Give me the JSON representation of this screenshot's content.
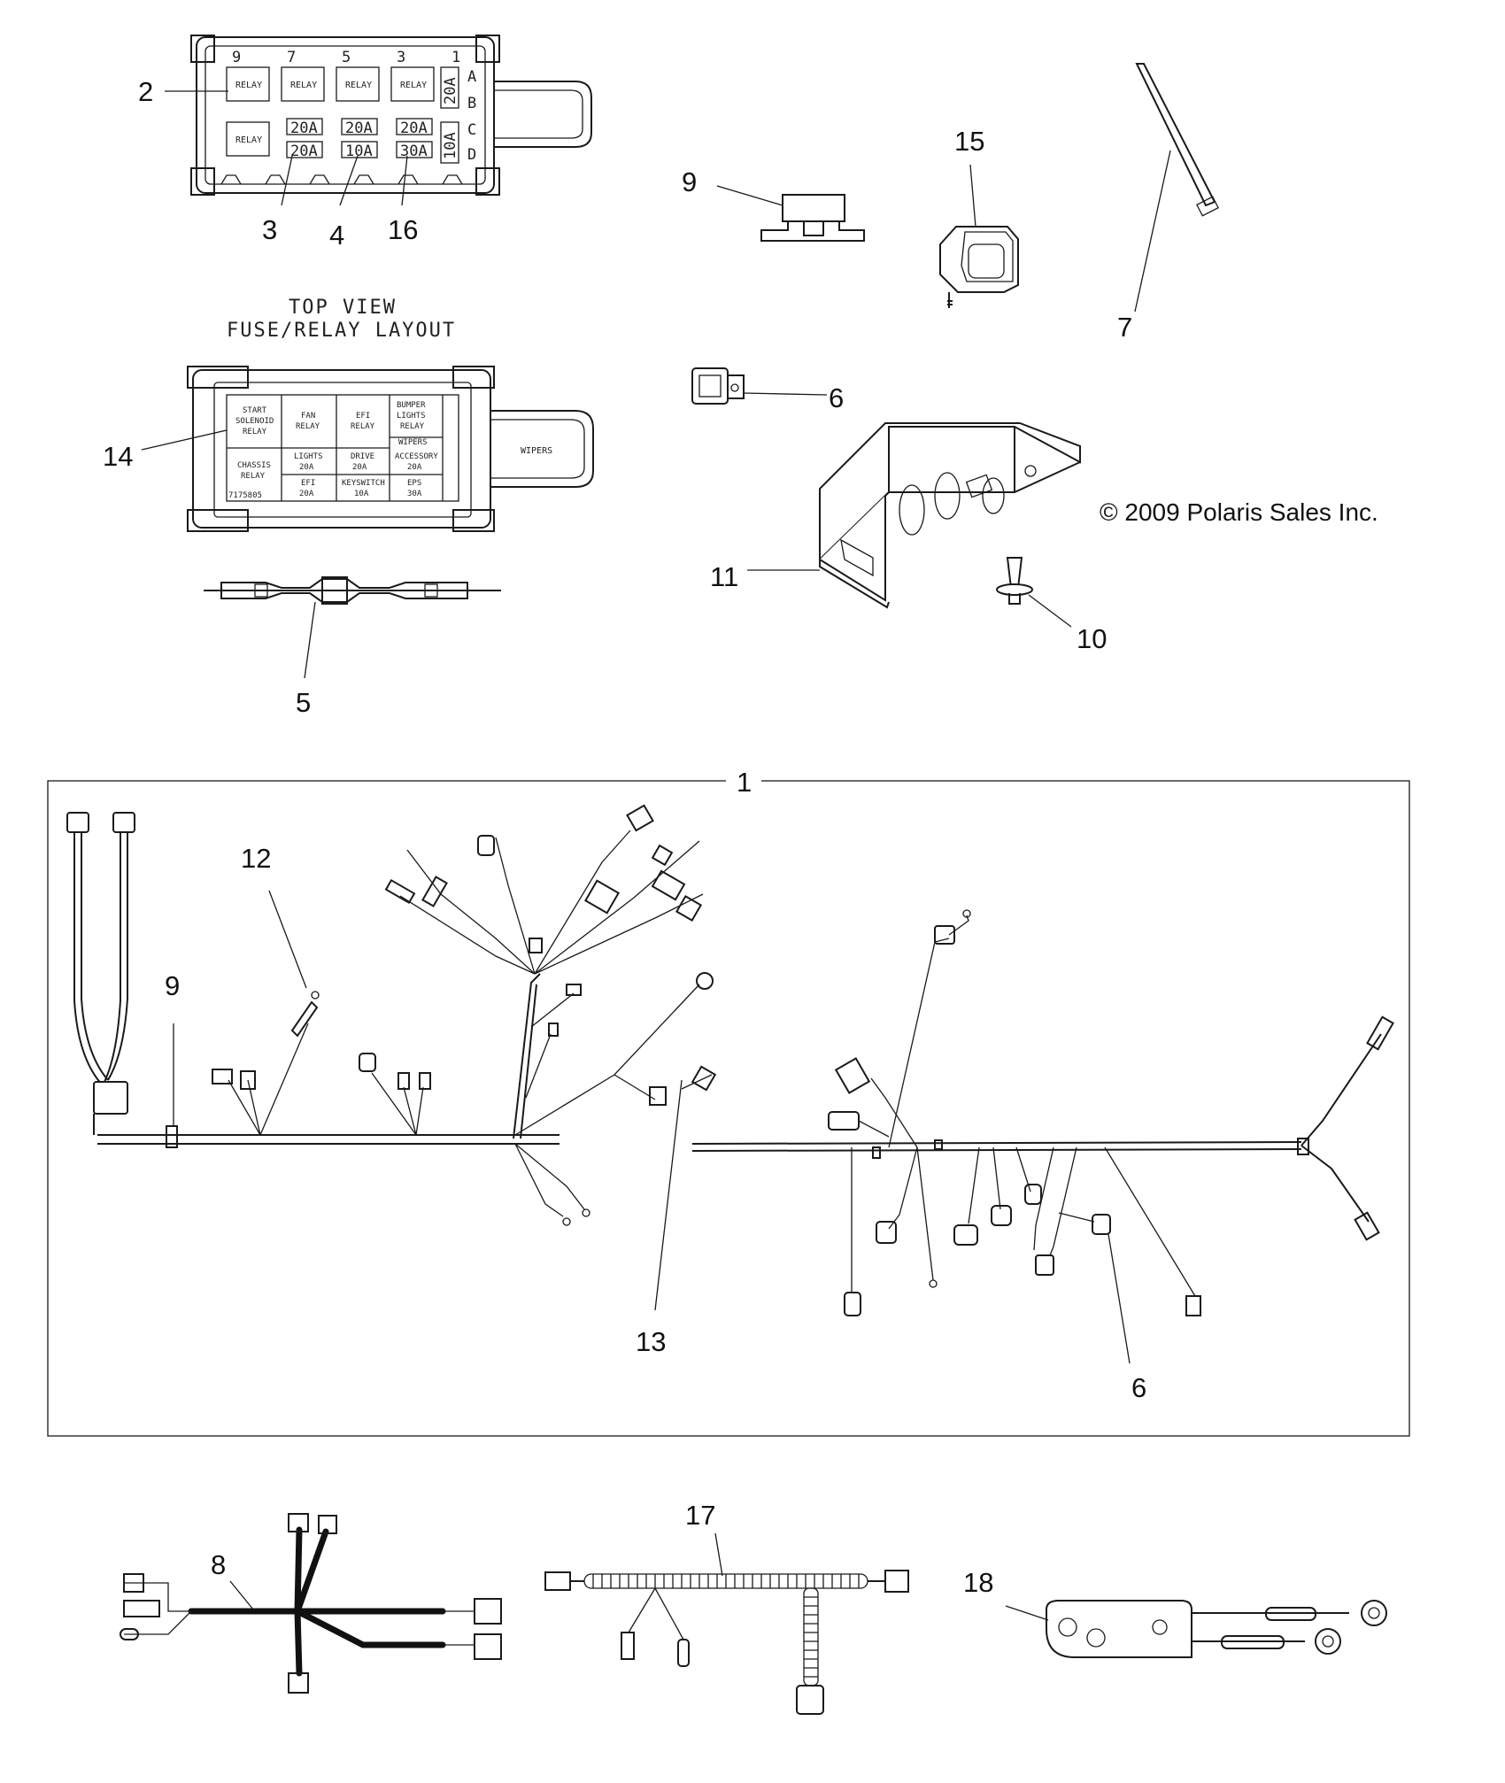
{
  "callouts": {
    "c1": "1",
    "c2": "2",
    "c3": "3",
    "c4": "4",
    "c5": "5",
    "c6a": "6",
    "c6b": "6",
    "c7": "7",
    "c8": "8",
    "c9a": "9",
    "c9b": "9",
    "c10": "10",
    "c11": "11",
    "c12": "12",
    "c13": "13",
    "c14": "14",
    "c15": "15",
    "c16": "16",
    "c17": "17",
    "c18": "18"
  },
  "caption": {
    "line1": "TOP VIEW",
    "line2": "FUSE/RELAY LAYOUT"
  },
  "copyright": "© 2009 Polaris Sales Inc.",
  "fuse_box_top": {
    "positions": [
      "9",
      "7",
      "5",
      "3",
      "1"
    ],
    "rows": [
      "A",
      "B",
      "C",
      "D"
    ],
    "relay": "RELAY",
    "fuses_row1": [
      "20A",
      "20A",
      "20A"
    ],
    "fuses_row2": [
      "20A",
      "10A",
      "30A"
    ],
    "side_fuses": [
      "20A",
      "10A"
    ]
  },
  "fuse_box_cover": {
    "start_solenoid_relay": [
      "START",
      "SOLENOID",
      "RELAY"
    ],
    "fan_relay": [
      "FAN",
      "RELAY"
    ],
    "efi_relay": [
      "EFI",
      "RELAY"
    ],
    "bumper_lights_relay": [
      "BUMPER",
      "LIGHTS",
      "RELAY"
    ],
    "wipers": "WIPERS",
    "chassis_relay": [
      "CHASSIS",
      "RELAY"
    ],
    "lights": [
      "LIGHTS",
      "20A"
    ],
    "drive": [
      "DRIVE",
      "20A"
    ],
    "accessory": [
      "ACCESSORY",
      "20A"
    ],
    "efi": [
      "EFI",
      "20A"
    ],
    "keyswitch": [
      "KEYSWITCH",
      "10A"
    ],
    "eps": [
      "EPS",
      "30A"
    ],
    "part_no": "7175805",
    "tab_label": "WIPERS"
  }
}
